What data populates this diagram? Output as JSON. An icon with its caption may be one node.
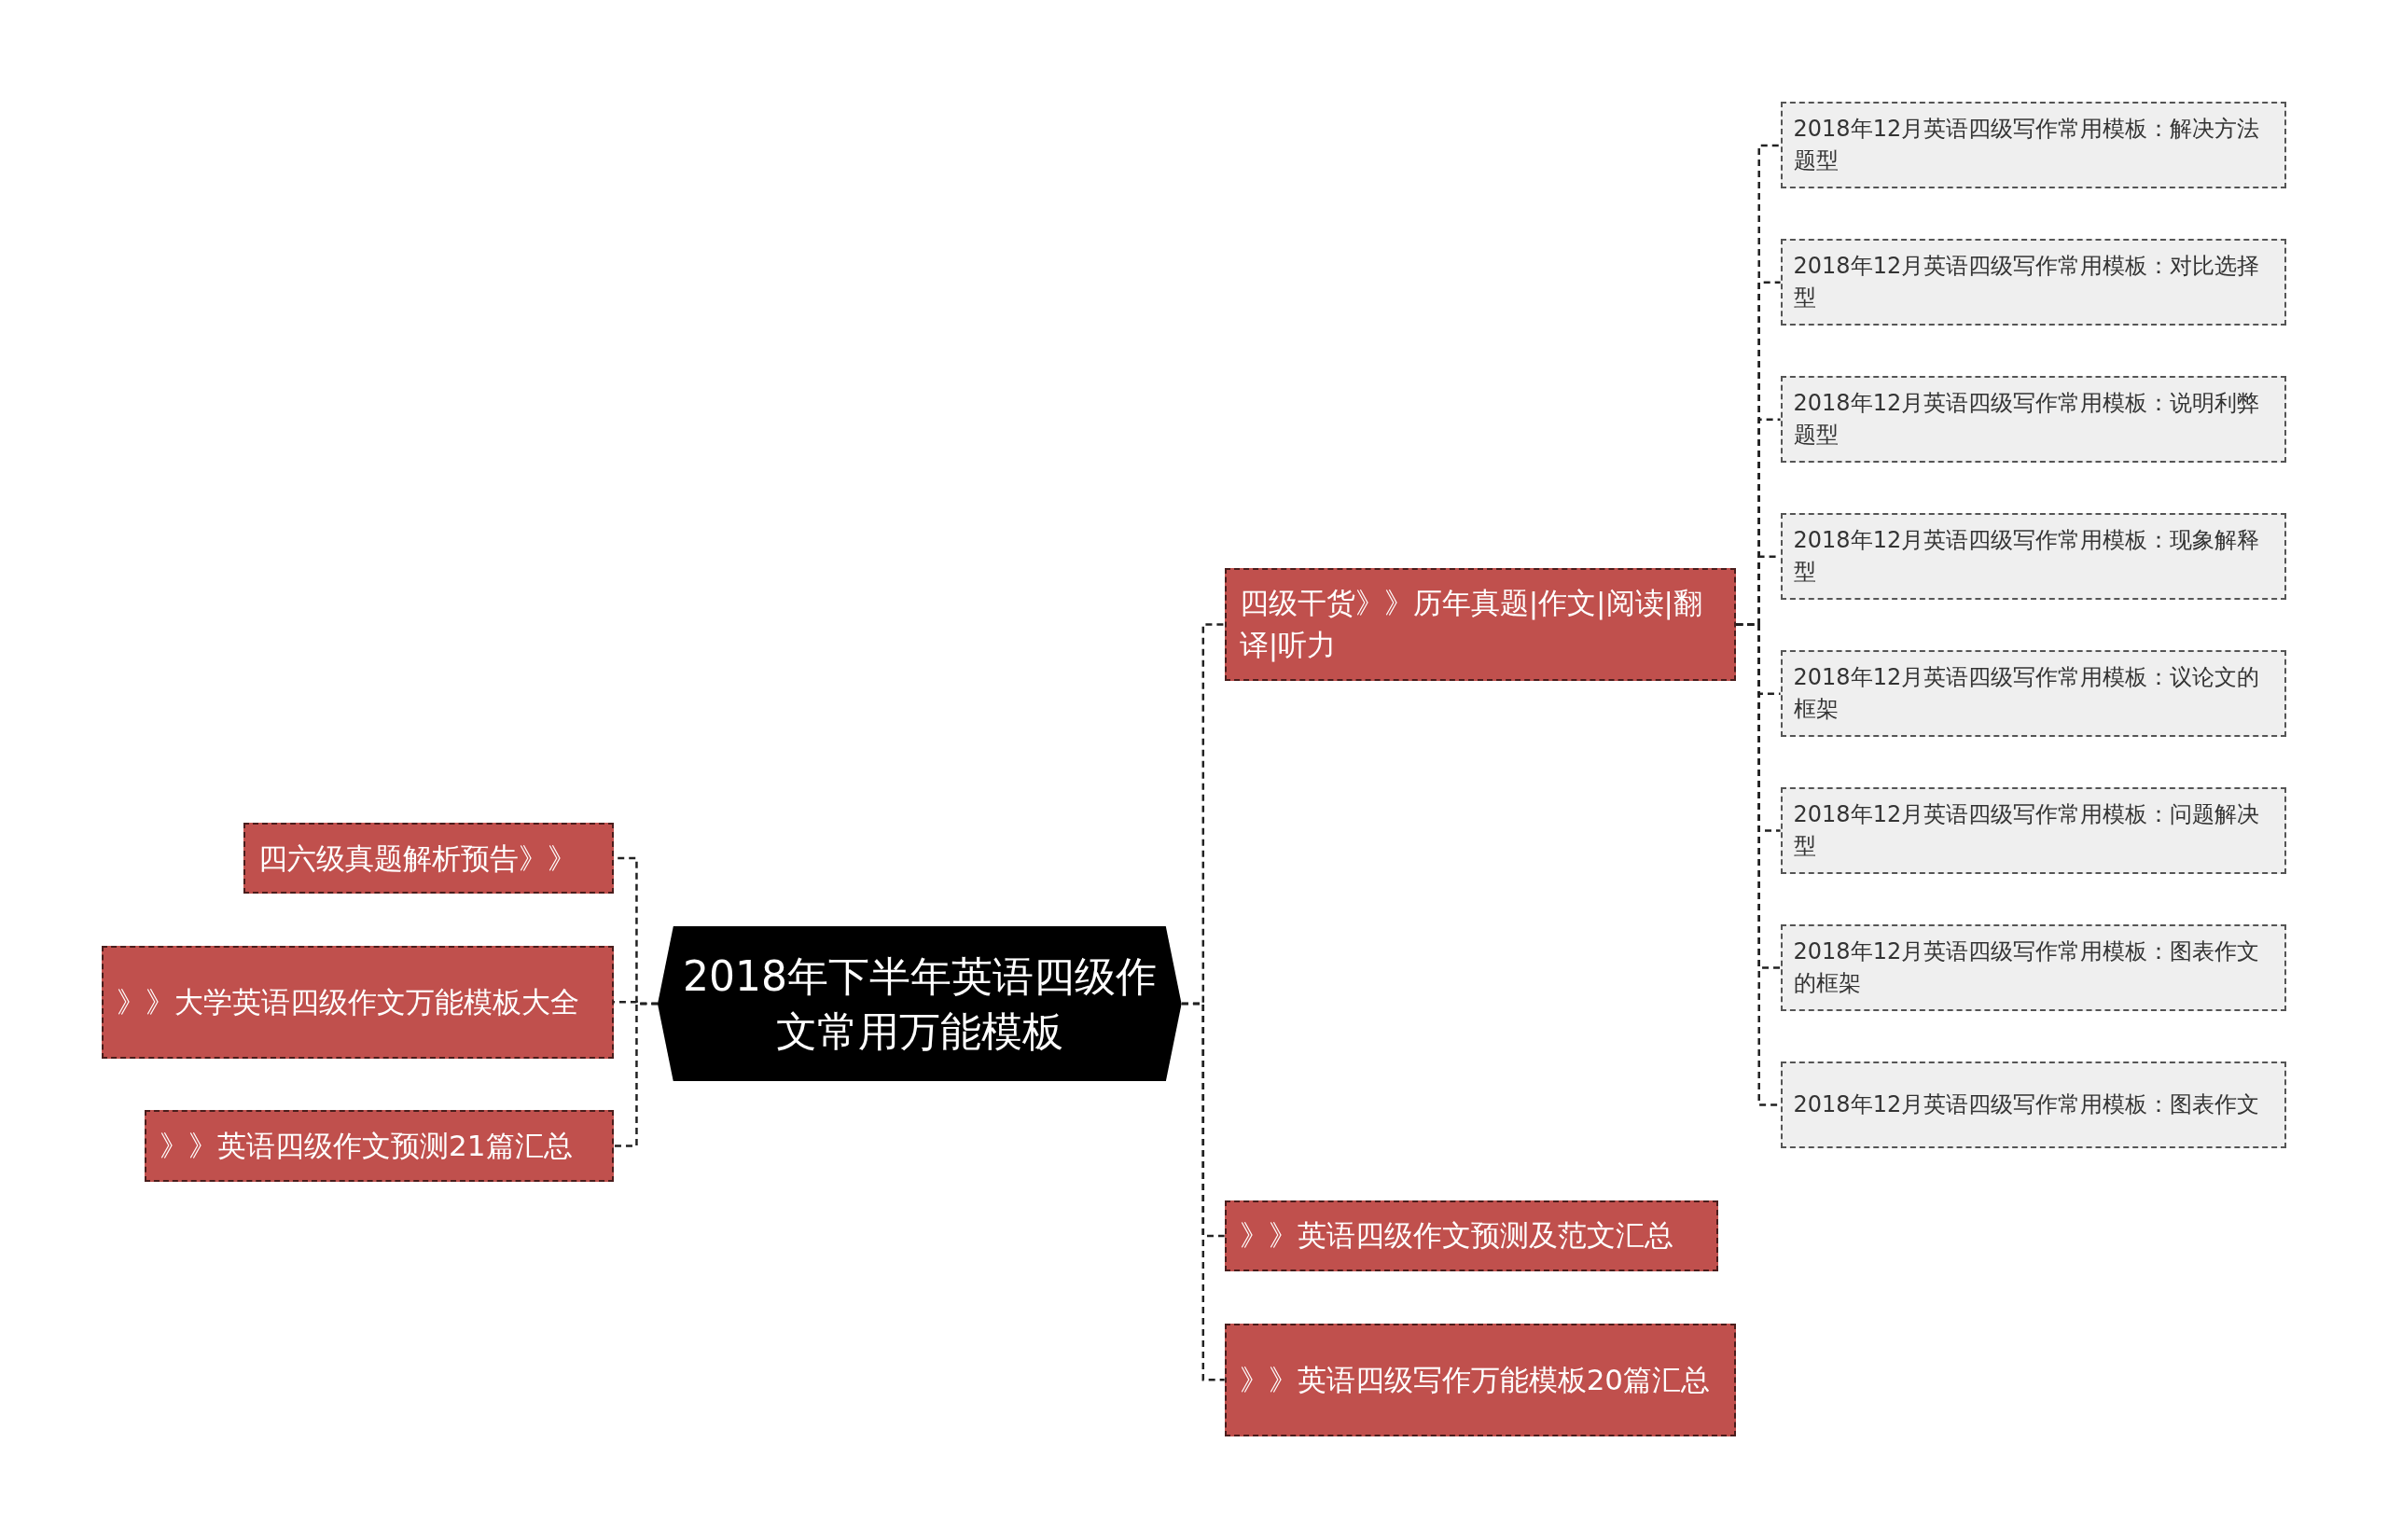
{
  "diagram": {
    "nodes": [
      {
        "text": [
          "2018年下半年英语四级作文常用万能模板"
        ]
      },
      {
        "text": [
          "四级干货》》历年真题|作文|阅读|翻译|听力"
        ]
      },
      {
        "text": [
          "2018年12月英语四级写作常用模板：解决方法题型"
        ]
      },
      {
        "text": [
          "2018年12月英语四级写作常用模板：对比选择型"
        ]
      },
      {
        "text": [
          "2018年12月英语四级写作常用模板：说明利弊题型"
        ]
      },
      {
        "text": [
          "2018年12月英语四级写作常用模板：现象解释型"
        ]
      },
      {
        "text": [
          "2018年12月英语四级写作常用模板：议论文的框架"
        ]
      },
      {
        "text": [
          "2018年12月英语四级写作常用模板：问题解决型"
        ]
      },
      {
        "text": [
          "2018年12月英语四级写作常用模板：图表作文的框架"
        ]
      },
      {
        "text": [
          "2018年12月英语四级写作常用模板：图表作文"
        ]
      },
      {
        "text": [
          "》》英语四级作文预测及范文汇总"
        ]
      },
      {
        "text": [
          "》》英语四级写作万能模板20篇汇总"
        ]
      },
      {
        "text": [
          "四六级真题解析预告》》"
        ]
      },
      {
        "text": [
          "》》大学英语四级作文万能模板大全"
        ]
      },
      {
        "text": [
          "》》英语四级作文预测21篇汇总"
        ]
      }
    ],
    "edges": [
      {
        "from": 0,
        "to": 1,
        "arrow": "none"
      },
      {
        "from": 1,
        "to": 2,
        "arrow": "none"
      },
      {
        "from": 1,
        "to": 3,
        "arrow": "none"
      },
      {
        "from": 1,
        "to": 4,
        "arrow": "none"
      },
      {
        "from": 1,
        "to": 5,
        "arrow": "none"
      },
      {
        "from": 1,
        "to": 6,
        "arrow": "none"
      },
      {
        "from": 1,
        "to": 7,
        "arrow": "none"
      },
      {
        "from": 1,
        "to": 8,
        "arrow": "none"
      },
      {
        "from": 1,
        "to": 9,
        "arrow": "none"
      },
      {
        "from": 0,
        "to": 10,
        "arrow": "none"
      },
      {
        "from": 0,
        "to": 11,
        "arrow": "none"
      },
      {
        "from": 0,
        "to": 12,
        "arrow": "none"
      },
      {
        "from": 0,
        "to": 13,
        "arrow": "none"
      },
      {
        "from": 0,
        "to": 14,
        "arrow": "none"
      }
    ]
  }
}
